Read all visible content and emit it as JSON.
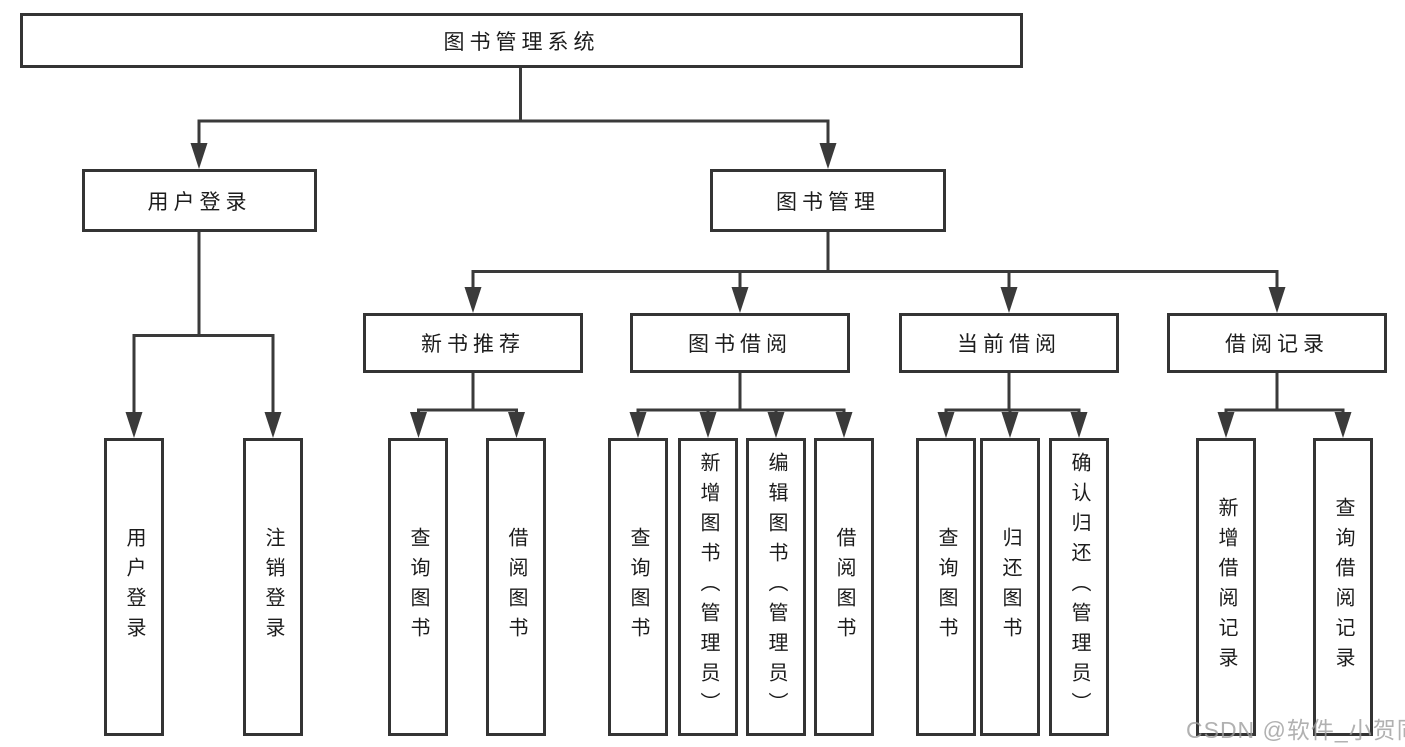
{
  "colors": {
    "connector_line": "#3a3a3a",
    "node_border": "#343434",
    "node_text": "#1c1c1c",
    "watermark_text": "#9e9e9e",
    "background": "#ffffff"
  },
  "diagram": {
    "root": {
      "label": "图书管理系统"
    },
    "branches": [
      {
        "label": "用户登录",
        "children": [
          {
            "label": "用户登录"
          },
          {
            "label": "注销登录"
          }
        ]
      },
      {
        "label": "图书管理",
        "modules": [
          {
            "label": "新书推荐",
            "children": [
              {
                "label": "查询图书"
              },
              {
                "label": "借阅图书"
              }
            ]
          },
          {
            "label": "图书借阅",
            "children": [
              {
                "label": "查询图书"
              },
              {
                "label": "新增图书（管理员）"
              },
              {
                "label": "编辑图书（管理员）"
              },
              {
                "label": "借阅图书"
              }
            ]
          },
          {
            "label": "当前借阅",
            "children": [
              {
                "label": "查询图书"
              },
              {
                "label": "归还图书"
              },
              {
                "label": "确认归还（管理员）"
              }
            ]
          },
          {
            "label": "借阅记录",
            "children": [
              {
                "label": "新增借阅记录"
              },
              {
                "label": "查询借阅记录"
              }
            ]
          }
        ]
      }
    ]
  },
  "watermark": {
    "text": "CSDN @软件_小贺同学"
  }
}
